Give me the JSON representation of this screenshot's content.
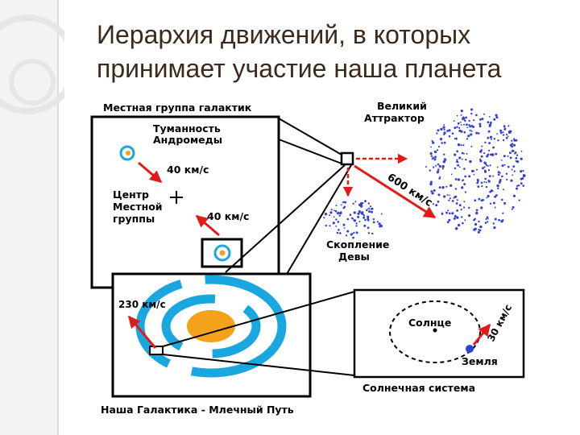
{
  "slide": {
    "title_line1": "Иерархия движений, в которых",
    "title_line2": "принимает участие наша планета"
  },
  "diagram": {
    "local_group_label": "Местная группа галактик",
    "andromeda_line1": "Туманность",
    "andromeda_line2": "Андромеды",
    "speed_andromeda": "40 км/с",
    "center_line1": "Центр",
    "center_line2": "Местной",
    "center_line3": "группы",
    "speed_milkyway": "40 км/с",
    "attractor_line1": "Великий",
    "attractor_line2": "Аттрактор",
    "speed_attractor": "600 км/с",
    "virgo_line1": "Скопление",
    "virgo_line2": "Девы",
    "speed_sun": "230 км/с",
    "sun_label": "Солнце",
    "speed_earth": "30 км/с",
    "earth_label": "Земля",
    "galaxy_label": "Наша Галактика - Млечный Путь",
    "solar_system_label": "Солнечная система"
  },
  "colors": {
    "title_text": "#3b2a1c",
    "galaxy_arms": "#1aa7e0",
    "galaxy_core": "#f4a21c",
    "arrows": "#e21a1a",
    "dots": "#3440d0",
    "deco_stripe": "#f2f2f2",
    "deco_circle": "#e8e8e8"
  }
}
